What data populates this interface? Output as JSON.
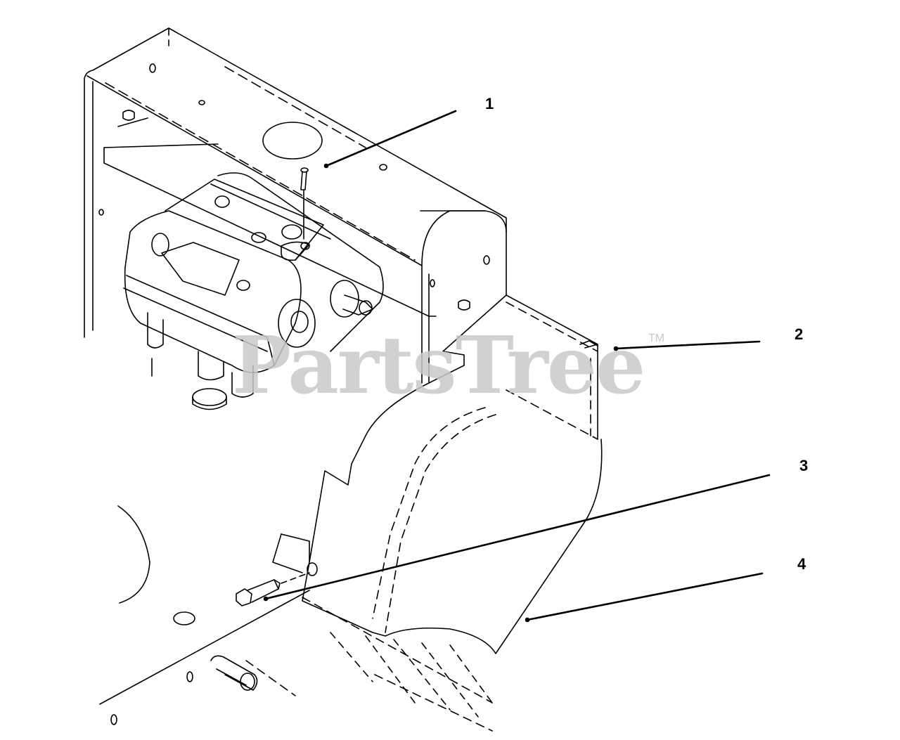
{
  "callouts": [
    {
      "number": "1"
    },
    {
      "number": "2"
    },
    {
      "number": "3"
    },
    {
      "number": "4"
    }
  ],
  "watermark": {
    "text": "PartsTree",
    "trademark": "TM"
  },
  "colors": {
    "line": "#000000",
    "watermark": "#c9c9c9",
    "background": "#ffffff"
  }
}
